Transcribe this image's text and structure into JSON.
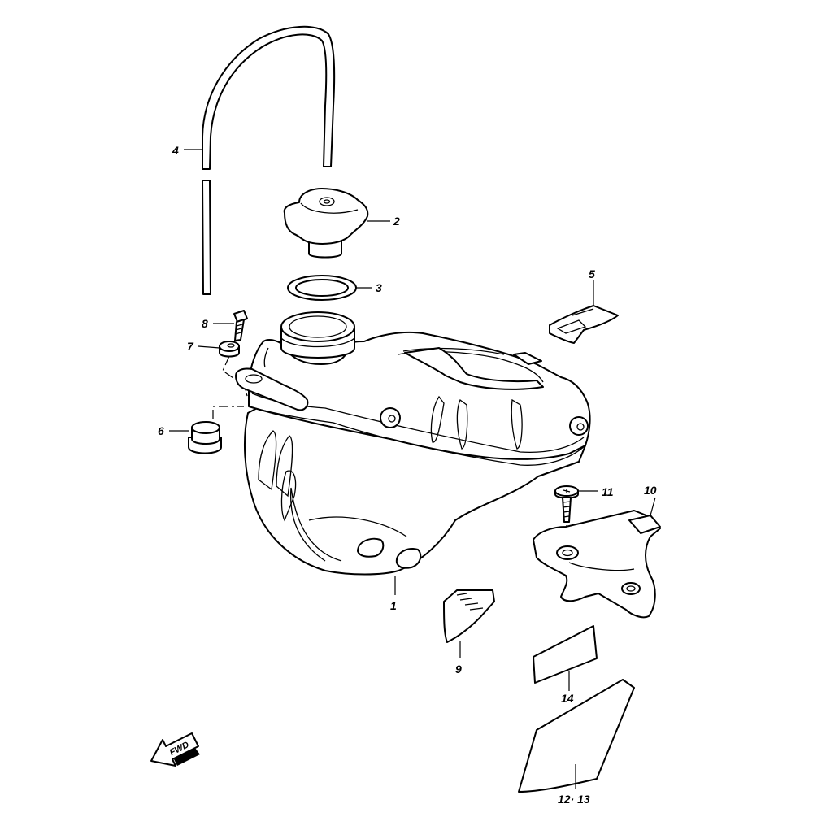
{
  "diagram": {
    "parts": [
      {
        "id": "p1",
        "label": "1"
      },
      {
        "id": "p2",
        "label": "2"
      },
      {
        "id": "p3",
        "label": "3"
      },
      {
        "id": "p4",
        "label": "4"
      },
      {
        "id": "p5",
        "label": "5"
      },
      {
        "id": "p6",
        "label": "6"
      },
      {
        "id": "p7",
        "label": "7"
      },
      {
        "id": "p8",
        "label": "8"
      },
      {
        "id": "p9",
        "label": "9"
      },
      {
        "id": "p10",
        "label": "10"
      },
      {
        "id": "p11",
        "label": "11"
      },
      {
        "id": "p12_13",
        "label": "12· 13"
      },
      {
        "id": "p14",
        "label": "14"
      }
    ],
    "direction_marker": "FWD"
  }
}
